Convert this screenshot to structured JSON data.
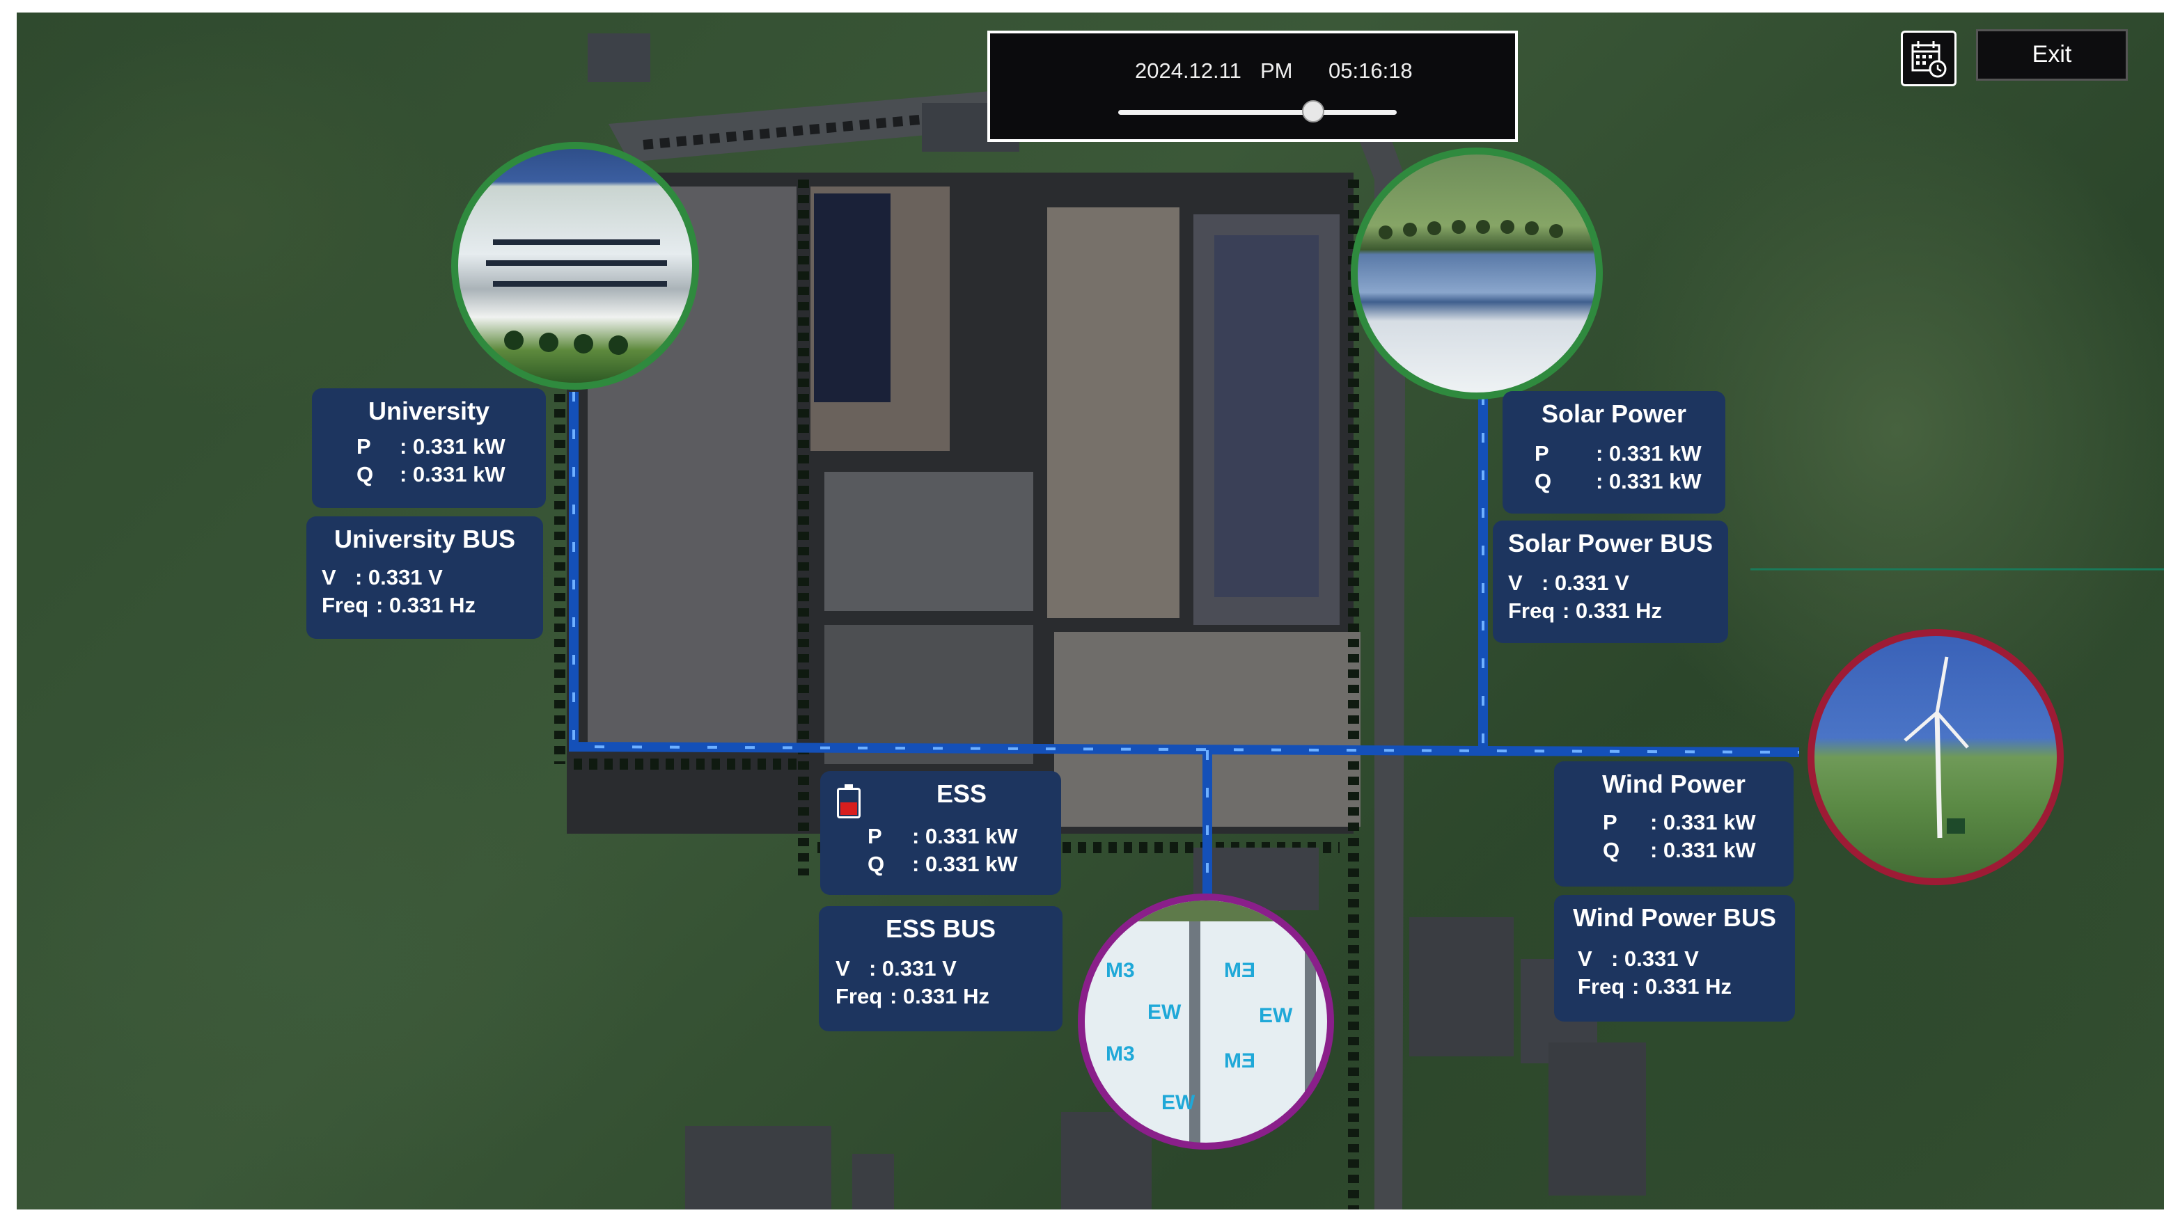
{
  "header": {
    "date": "2024.12.11",
    "ampm": "PM",
    "time": "05:16:18",
    "time_slider": {
      "value": 0.7
    },
    "calendar_icon": "calendar-clock-icon",
    "exit_label": "Exit"
  },
  "nodes": {
    "university": {
      "title": "University",
      "p_label": "P",
      "p_value": ": 0.331 kW",
      "q_label": "Q",
      "q_value": ": 0.331 kW",
      "bus_title": "University BUS",
      "v_label": "V",
      "v_value": ": 0.331 V",
      "freq_label": "Freq",
      "freq_value": ": 0.331 Hz",
      "ring_color": "#2f8a3e"
    },
    "solar": {
      "title": "Solar Power",
      "p_label": "P",
      "p_value": ": 0.331 kW",
      "q_label": "Q",
      "q_value": ": 0.331 kW",
      "bus_title": "Solar Power BUS",
      "v_label": "V",
      "v_value": ": 0.331 V",
      "freq_label": "Freq",
      "freq_value": ": 0.331 Hz",
      "ring_color": "#2f8a3e"
    },
    "ess": {
      "title": "ESS",
      "battery_icon": "battery-low-icon",
      "p_label": "P",
      "p_value": ": 0.331 kW",
      "q_label": "Q",
      "q_value": ": 0.331 kW",
      "bus_title": "ESS BUS",
      "v_label": "V",
      "v_value": ": 0.331 V",
      "freq_label": "Freq",
      "freq_value": ": 0.331 Hz",
      "ring_color": "#8a1f8a"
    },
    "wind": {
      "title": "Wind Power",
      "p_label": "P",
      "p_value": ": 0.331 kW",
      "q_label": "Q",
      "q_value": ": 0.331 kW",
      "bus_title": "Wind Power BUS",
      "v_label": "V",
      "v_value": ": 0.331 V",
      "freq_label": "Freq",
      "freq_value": ": 0.331 Hz",
      "ring_color": "#9e1b35"
    }
  },
  "colors": {
    "panel_bg": "#1d355f",
    "bus_line": "#1450b8",
    "bus_arrow": "#6fb0ff"
  }
}
